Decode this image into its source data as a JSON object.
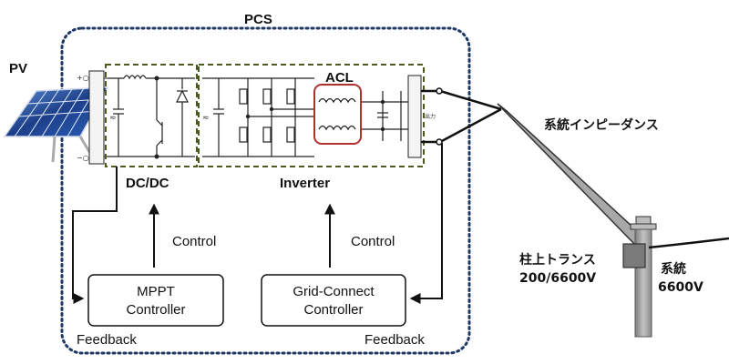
{
  "pcs_label": "PCS",
  "pv_label": "PV",
  "dcdc_label": "DC/DC",
  "inverter_label": "Inverter",
  "acl_label": "ACL",
  "control_left": "Control",
  "control_right": "Control",
  "mppt_line1": "MPPT",
  "mppt_line2": "Controller",
  "grid_line1": "Grid-Connect",
  "grid_line2": "Controller",
  "feedback_left": "Feedback",
  "feedback_right": "Feedback",
  "grid_impedance": "系統インピーダンス",
  "pole_transformer_line1": "柱上トランス",
  "pole_transformer_line2": "200/6600V",
  "grid_line_1": "系統",
  "grid_line_2": "6600V",
  "output_mark": "出力",
  "colors": {
    "pcs_border": "#1f3864",
    "section_border": "#4a5a20",
    "acl_border": "#b03030",
    "pole": "#9a9a9a"
  }
}
